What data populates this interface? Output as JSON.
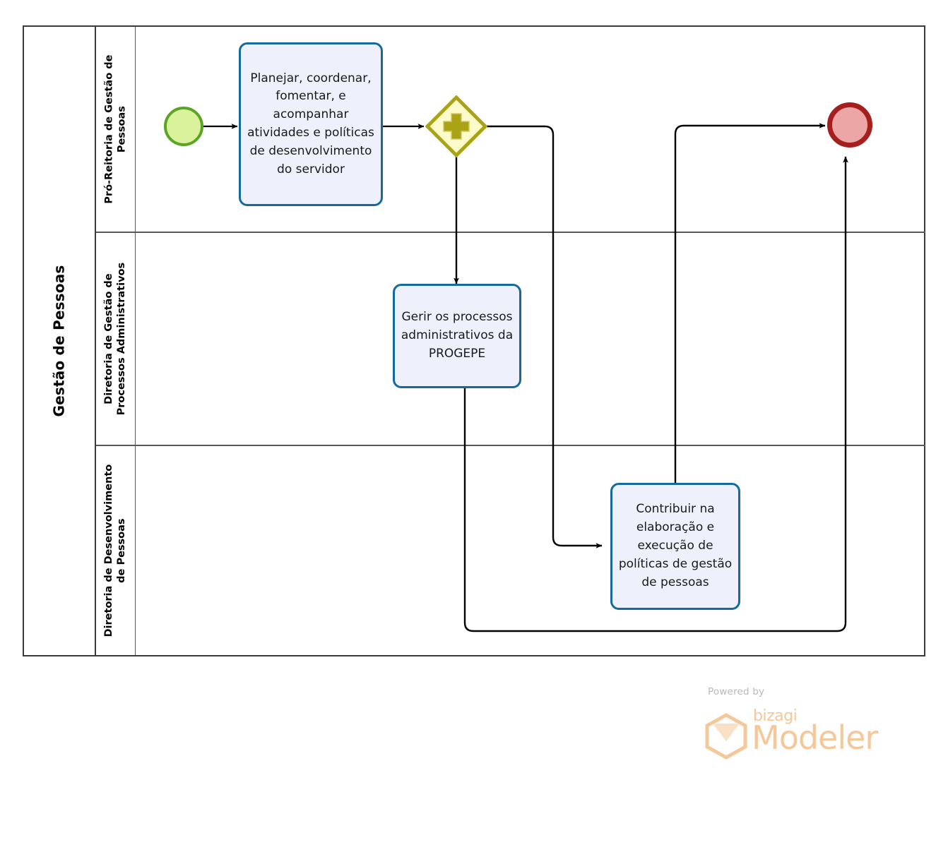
{
  "diagram": {
    "type": "bpmn-process",
    "pool": {
      "name": "Gestão de Pessoas"
    },
    "lanes": [
      {
        "id": "lane-1",
        "name": "Pró-Reitoria de Gestão de Pessoas"
      },
      {
        "id": "lane-2",
        "name": "Diretoria de Gestão de Processos Administrativos"
      },
      {
        "id": "lane-3",
        "name": "Diretoria de Desenvolvimento de Pessoas"
      }
    ],
    "nodes": {
      "start_event": {
        "type": "start-event",
        "label": "",
        "lane": "lane-1",
        "fill": "#d9f29b",
        "stroke": "#5ba524"
      },
      "task_1": {
        "type": "task",
        "label": "Planejar, coordenar, fomentar, e acompanhar atividades e políticas de desenvolvimento do servidor",
        "lane": "lane-1",
        "fill": "#eef0fc",
        "stroke": "#16699c"
      },
      "gateway_1": {
        "type": "parallel-gateway",
        "label": "",
        "lane": "lane-1",
        "fill": "#fdfbca",
        "stroke": "#a9a315",
        "marker": "plus"
      },
      "task_2": {
        "type": "task",
        "label": "Gerir os processos administrativos da PROGEPE",
        "lane": "lane-2",
        "fill": "#eef0fc",
        "stroke": "#16699c"
      },
      "task_3": {
        "type": "task",
        "label": "Contribuir na elaboração e execução de políticas de gestão de pessoas",
        "lane": "lane-3",
        "fill": "#eef0fc",
        "stroke": "#16699c"
      },
      "end_event": {
        "type": "end-event",
        "label": "",
        "lane": "lane-1",
        "fill": "#eda6a6",
        "stroke": "#a61f1f"
      }
    },
    "flows": [
      {
        "from": "start_event",
        "to": "task_1"
      },
      {
        "from": "task_1",
        "to": "gateway_1"
      },
      {
        "from": "gateway_1",
        "to": "task_2"
      },
      {
        "from": "gateway_1",
        "to": "task_3"
      },
      {
        "from": "task_3",
        "to": "end_event"
      },
      {
        "from": "task_2",
        "to": "end_event"
      }
    ]
  },
  "watermark": {
    "powered_by": "Powered by",
    "brand": "bizagi",
    "product": "Modeler",
    "color": "#f5c89b"
  }
}
